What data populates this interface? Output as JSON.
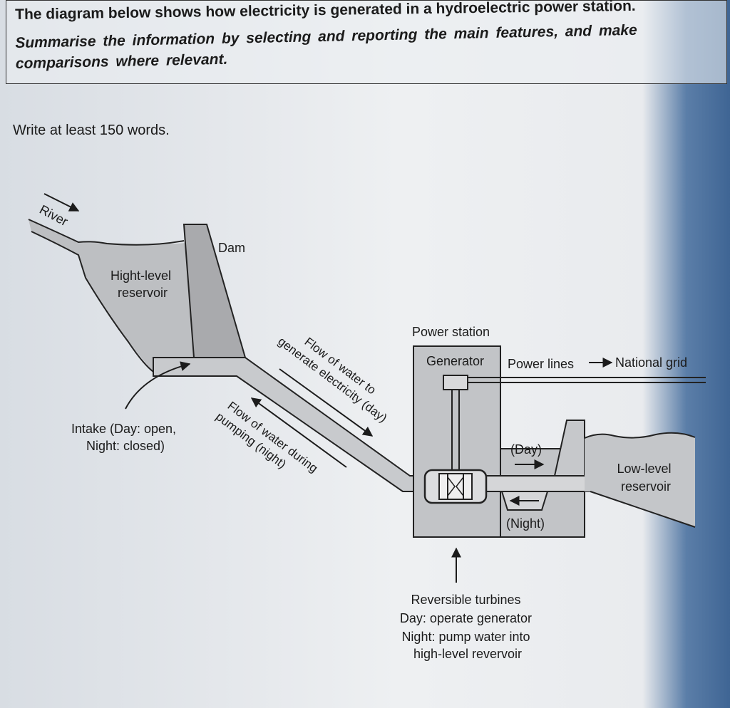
{
  "task": {
    "title": "The diagram below shows how electricity is generated in a hydroelectric power station.",
    "instruction": "Summarise the information by selecting and reporting the main features, and make comparisons where relevant.",
    "word_count": "Write at least 150 words."
  },
  "diagram": {
    "river": "River",
    "dam": "Dam",
    "reservoir_high": [
      "Hight-level",
      "reservoir"
    ],
    "power_station": "Power station",
    "generator": "Generator",
    "power_lines": "Power lines",
    "national_grid": "National grid",
    "flow_day": [
      "Flow of water to",
      "generate electricity (day)"
    ],
    "flow_night": [
      "Flow of water during",
      "pumping (night)"
    ],
    "intake": [
      "Intake (Day: open,",
      "Night: closed)"
    ],
    "day": "(Day)",
    "night": "(Night)",
    "low_reservoir": [
      "Low-level",
      "reservoir"
    ],
    "turbines": [
      "Reversible turbines",
      "Day: operate generator",
      "Night: pump water into",
      "high-level revervoir"
    ]
  }
}
